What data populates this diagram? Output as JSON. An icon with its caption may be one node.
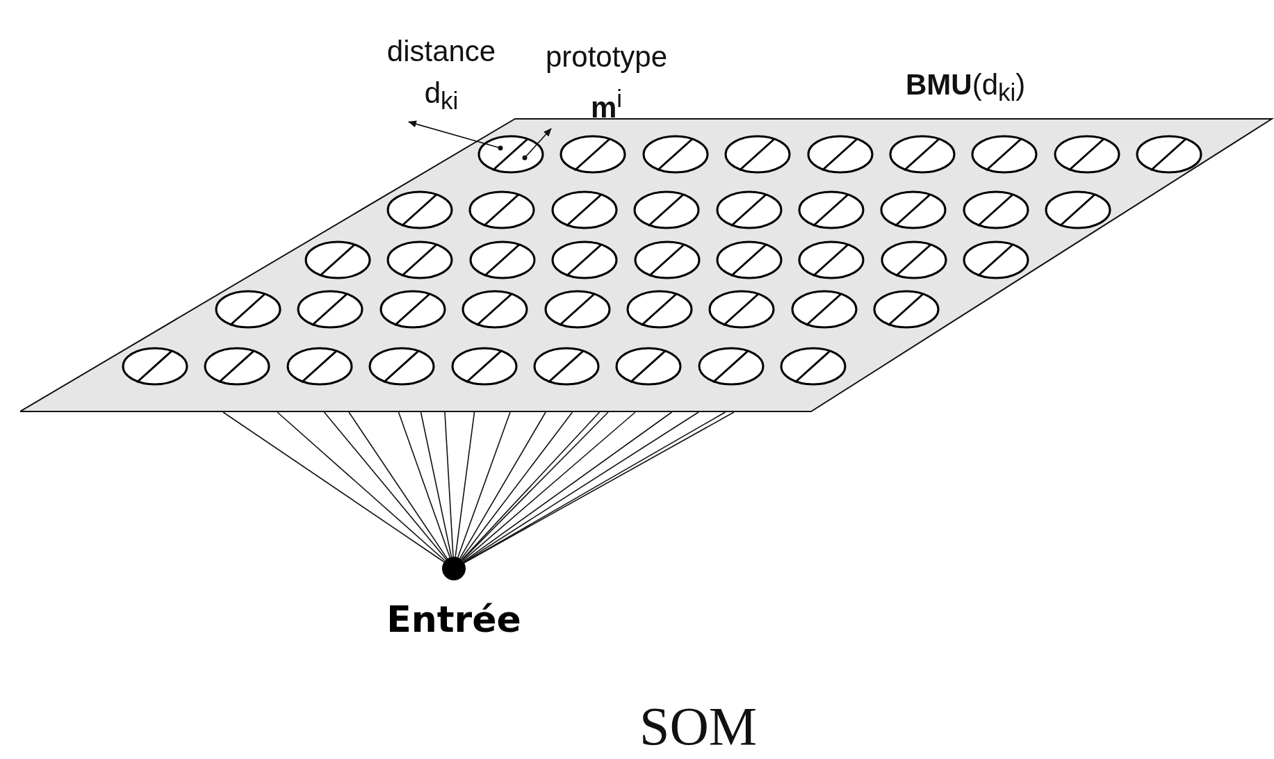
{
  "diagram": {
    "caption": "SOM",
    "nodes": [
      {
        "text": [
          "distance d$_{ki}$"
        ]
      },
      {
        "text": [
          "prototype **m**$^{i}$"
        ]
      },
      {
        "text": [],
        "shape": "parallelogram"
      },
      {
        "text": [],
        "shape": "ellipse",
        "in": 2
      },
      {
        "text": [],
        "shape": "ellipse",
        "in": 2
      },
      {
        "text": [],
        "shape": "ellipse",
        "in": 2
      },
      {
        "text": [],
        "shape": "ellipse",
        "in": 2
      },
      {
        "text": [],
        "shape": "ellipse",
        "in": 2
      },
      {
        "text": [],
        "shape": "ellipse",
        "in": 2
      },
      {
        "text": [],
        "shape": "ellipse",
        "in": 2
      },
      {
        "text": [],
        "shape": "ellipse",
        "in": 2
      },
      {
        "text": [],
        "shape": "ellipse",
        "in": 2
      },
      {
        "text": [],
        "shape": "ellipse",
        "in": 2
      },
      {
        "text": [],
        "shape": "ellipse",
        "in": 2
      },
      {
        "text": [],
        "shape": "ellipse",
        "in": 2
      },
      {
        "text": [],
        "shape": "ellipse",
        "in": 2
      },
      {
        "text": [],
        "shape": "ellipse",
        "in": 2
      },
      {
        "text": [],
        "shape": "ellipse",
        "in": 2
      },
      {
        "text": [],
        "shape": "ellipse",
        "in": 2
      },
      {
        "text": [],
        "shape": "ellipse",
        "in": 2
      },
      {
        "text": [],
        "shape": "ellipse",
        "in": 2
      },
      {
        "text": [],
        "shape": "ellipse",
        "in": 2
      },
      {
        "text": [],
        "shape": "ellipse",
        "in": 2
      },
      {
        "text": [],
        "shape": "ellipse",
        "in": 2
      },
      {
        "text": [],
        "shape": "ellipse",
        "in": 2
      },
      {
        "text": [],
        "shape": "ellipse",
        "in": 2
      },
      {
        "text": [],
        "shape": "ellipse",
        "in": 2
      },
      {
        "text": [],
        "shape": "ellipse",
        "in": 2
      },
      {
        "text": [],
        "shape": "ellipse",
        "in": 2
      },
      {
        "text": [],
        "shape": "ellipse",
        "in": 2
      },
      {
        "text": [],
        "shape": "ellipse",
        "in": 2
      },
      {
        "text": [],
        "shape": "ellipse",
        "in": 2
      },
      {
        "text": [],
        "shape": "ellipse",
        "in": 2
      },
      {
        "text": [],
        "shape": "ellipse",
        "in": 2
      },
      {
        "text": [],
        "shape": "ellipse",
        "in": 2
      },
      {
        "text": [],
        "shape": "ellipse",
        "in": 2
      },
      {
        "text": [],
        "shape": "ellipse",
        "in": 2
      },
      {
        "text": [],
        "shape": "ellipse",
        "in": 2
      },
      {
        "text": [],
        "shape": "ellipse",
        "in": 2
      },
      {
        "text": [],
        "shape": "ellipse",
        "in": 2
      },
      {
        "text": [],
        "shape": "ellipse",
        "in": 2
      },
      {
        "text": [],
        "shape": "ellipse",
        "in": 2
      },
      {
        "text": [],
        "shape": "ellipse",
        "in": 2
      },
      {
        "text": [],
        "shape": "ellipse",
        "in": 2
      },
      {
        "text": [],
        "shape": "ellipse",
        "in": 2
      },
      {
        "text": [],
        "shape": "ellipse",
        "in": 2
      },
      {
        "text": [],
        "shape": "ellipse",
        "in": 2
      },
      {
        "text": [],
        "shape": "ellipse",
        "in": 2
      },
      {
        "text": [
          "Entrée"
        ]
      }
    ],
    "edges": [
      {
        "from": 3,
        "to": 0,
        "arrow": "to"
      },
      {
        "from": 3,
        "to": 1,
        "arrow": "to"
      },
      {
        "from": 48,
        "to": 2,
        "arrow": "none"
      },
      {
        "from": 48,
        "to": 2,
        "arrow": "none"
      },
      {
        "from": 48,
        "to": 2,
        "arrow": "none"
      },
      {
        "from": 48,
        "to": 2,
        "arrow": "none"
      },
      {
        "from": 48,
        "to": 2,
        "arrow": "none"
      },
      {
        "from": 48,
        "to": 2,
        "arrow": "none"
      },
      {
        "from": 48,
        "to": 2,
        "arrow": "none"
      },
      {
        "from": 48,
        "to": 2,
        "arrow": "none"
      },
      {
        "from": 48,
        "to": 2,
        "arrow": "none"
      },
      {
        "from": 48,
        "to": 2,
        "arrow": "none"
      },
      {
        "from": 48,
        "to": 2,
        "arrow": "none"
      },
      {
        "from": 48,
        "to": 2,
        "arrow": "none"
      },
      {
        "from": 48,
        "to": 2,
        "arrow": "none"
      },
      {
        "from": 48,
        "to": 2,
        "arrow": "none"
      },
      {
        "from": 48,
        "to": 2,
        "arrow": "none"
      },
      {
        "from": 48,
        "to": 2,
        "arrow": "none"
      },
      {
        "from": 48,
        "to": 2,
        "arrow": "none"
      },
      {
        "from": 48,
        "to": 2,
        "arrow": "none"
      }
    ],
    "labels": [
      "**BMU**(d$_{ki}$)"
    ]
  }
}
